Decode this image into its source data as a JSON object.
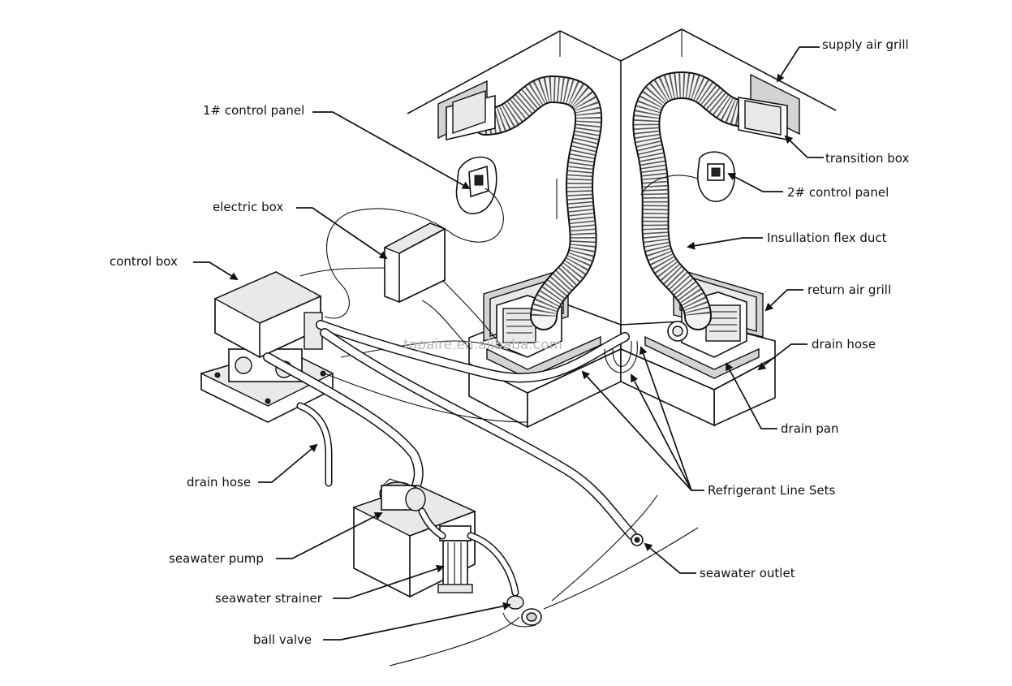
{
  "labels": {
    "supply_air_grill": "supply air grill",
    "transition_box": "transition box",
    "control_panel_1": "1# control panel",
    "control_panel_2": "2# control panel",
    "electric_box": "electric box",
    "insulation_flex_duct": "Insullation flex duct",
    "control_box": "control box",
    "return_air_grill": "return air grill",
    "drain_hose_right": "drain hose",
    "drain_pan": "drain pan",
    "drain_hose_left": "drain hose",
    "refrigerant_line_sets": "Refrigerant Line Sets",
    "seawater_pump": "seawater pump",
    "seawater_outlet": "seawater outlet",
    "seawater_strainer": "seawater strainer",
    "ball_valve": "ball valve"
  },
  "watermark": "topaire.en.alibaba.com",
  "colors": {
    "ink": "#111111",
    "paper": "#ffffff",
    "shade": "#e9e9e9"
  }
}
